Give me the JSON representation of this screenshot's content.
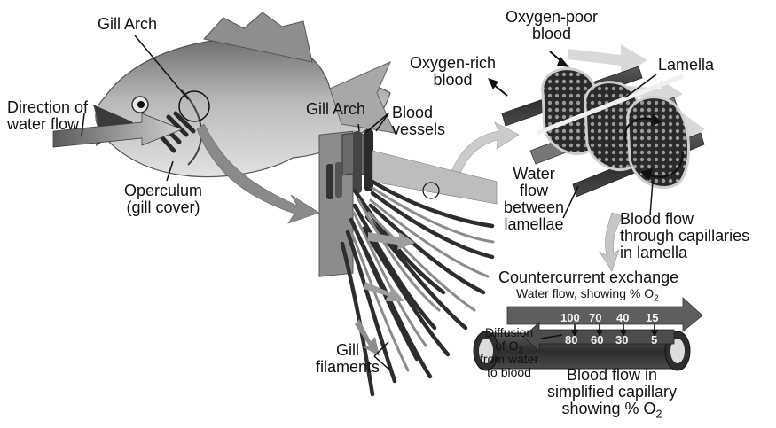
{
  "labels": {
    "gill_arch_top": "Gill Arch",
    "direction_line1": "Direction of",
    "direction_line2": "water flow",
    "operculum_line1": "Operculum",
    "operculum_line2": "(gill cover)",
    "gill_arch_mid": "Gill Arch",
    "blood_vessels_line1": "Blood",
    "blood_vessels_line2": "vessels",
    "oxygen_poor_line1": "Oxygen-poor",
    "oxygen_poor_line2": "blood",
    "oxygen_rich_line1": "Oxygen-rich",
    "oxygen_rich_line2": "blood",
    "lamella": "Lamella",
    "water_flow_line1": "Water",
    "water_flow_line2": "flow",
    "water_flow_line3": "between",
    "water_flow_line4": "lamellae",
    "blood_flow_cap_line1": "Blood flow",
    "blood_flow_cap_line2": "through capillaries",
    "blood_flow_cap_line3": "in lamella",
    "countercurrent": "Countercurrent exchange",
    "water_pct_prefix": "Water flow, showing % O",
    "o2_sub": "2",
    "diffusion_line1": "Diffusion",
    "diffusion_line2_prefix": "of O",
    "diffusion_line3": "from water",
    "diffusion_line4": "to blood",
    "gill_filaments_line1": "Gill",
    "gill_filaments_line2": "filaments",
    "blood_flow_line1": "Blood flow in",
    "blood_flow_line2": "simplified capillary",
    "blood_flow_line3_prefix": "showing % O"
  },
  "water_o2_values": [
    "100",
    "70",
    "40",
    "15"
  ],
  "blood_o2_values": [
    "80",
    "60",
    "30",
    "5"
  ],
  "colors": {
    "ink": "#111111",
    "arrow_gray": "#8a8a8a",
    "light_arrow": "#d4d4d4",
    "capillary": "#3a3a3a",
    "fish_body": "#9a9a9a"
  }
}
